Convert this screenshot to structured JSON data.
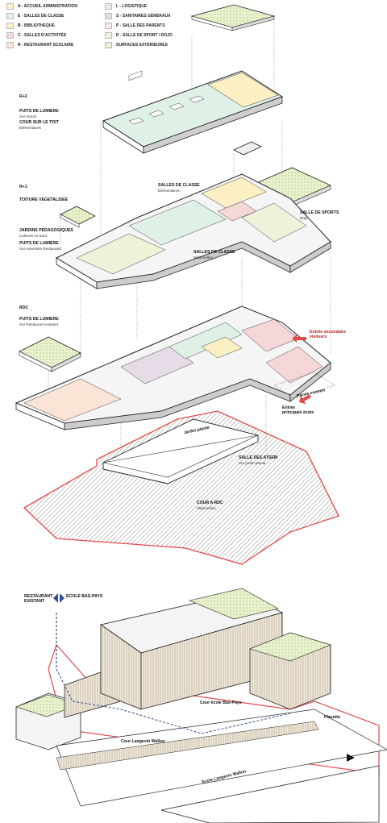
{
  "legend": [
    {
      "label": "A - ACCUEIL ADMINISTRATION",
      "color": "#fbefc4"
    },
    {
      "label": "E - SALLES DE CLASSE",
      "color": "#dff0e6"
    },
    {
      "label": "B - BIBLIOTHEQUE",
      "color": "#fbefc4"
    },
    {
      "label": "C - SALLES D'ACTIVITÉS",
      "color": "#f6d7d7"
    },
    {
      "label": "R - RESTAURANT SCOLAIRE",
      "color": "#fbe3d6"
    },
    {
      "label": "L - LOGISTIQUE",
      "color": "#e9e9e9"
    },
    {
      "label": "S - SANITAIRES GÉNÉRAUX",
      "color": "#e7dbe8"
    },
    {
      "label": "P - SALLE DES PARENTS",
      "color": "#f8e9e6"
    },
    {
      "label": "D - SALLE DE SPORT / DOJO",
      "color": "#eef2d8"
    },
    {
      "label": "SURFACES EXTÉRIEURES",
      "color": "#e8f2cf"
    }
  ],
  "labels": {
    "r2": {
      "title": "R+2"
    },
    "puits_roof": {
      "title": "PUITS DE LUMIERE",
      "sub": "Sur Atrium"
    },
    "cour_toit": {
      "title": "COUR SUR LE TOIT",
      "sub": "Elémentaires"
    },
    "r1": {
      "title": "R+1"
    },
    "toiture": {
      "title": "TOITURE VEGETALISEE"
    },
    "jardins": {
      "title": "JARDINS PEDAGOGIQUES",
      "sub": "Cultures en bacs"
    },
    "puits_ext": {
      "title": "PUITS DE LUMIERE",
      "sub": "Sur extension Restaurant"
    },
    "salles_elem": {
      "title": "SALLES DE CLASSE",
      "sub": "Elémentaires"
    },
    "salle_sports": {
      "title": "SALLE DE SPORTS",
      "sub": "Dojo"
    },
    "salles_mat": {
      "title": "SALLES DE CLASSE",
      "sub": "Maternelles"
    },
    "rdc": {
      "title": "RDC"
    },
    "puits_rest": {
      "title": "PUITS DE LUMIERE",
      "sub": "Sur Restaurant existant"
    },
    "entree_sec": {
      "title": "Entrée secondaire",
      "sub": "visiteurs"
    },
    "entree_princ": {
      "title": "Entrée",
      "sub": "principale école"
    },
    "parvis": {
      "title": "Parvis couvert"
    },
    "jardin_plante": {
      "title": "Jardin planté"
    },
    "atsem": {
      "title": "SALLE DES ATSEM",
      "sub": "Sur jardin planté"
    },
    "cour_rdc": {
      "title": "COUR A RDC",
      "sub": "Maternelles"
    },
    "restaurant": {
      "title": "RESTAURANT",
      "sub": "EXISTANT"
    },
    "ecole_bp": {
      "title": "ECOLE BAS-PAYS"
    },
    "cour_bp": {
      "title": "Cour école Bas-Pays"
    },
    "placette": {
      "title": "Placette"
    },
    "cour_lw": {
      "title": "Cour Langevin Wallon"
    },
    "ecole_lw": {
      "title": "Ecole Langevin Wallon"
    }
  },
  "icons": {
    "arrow": "red-arrow-icon",
    "split": "split-arrows-icon"
  }
}
